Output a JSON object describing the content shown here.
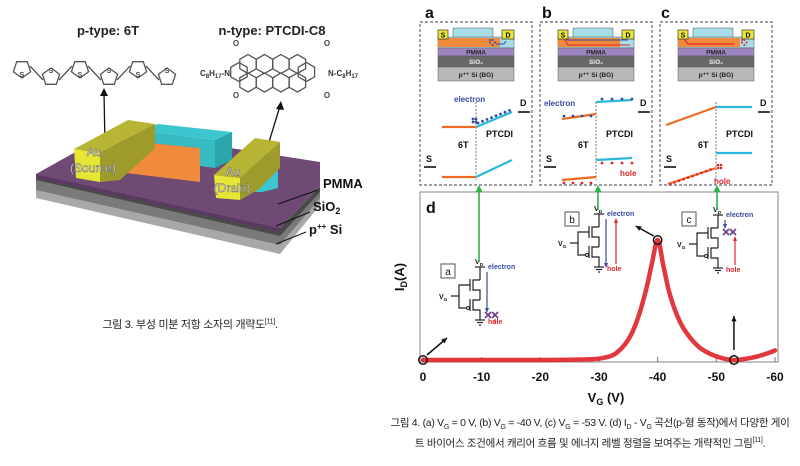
{
  "figure3": {
    "p_type_label": "p-type: 6T",
    "n_type_label": "n-type: PTCDI-C8",
    "molecule_p": "sexithiophene (6T)",
    "molecule_n_substituent": "C8H17",
    "atoms": {
      "S": "S",
      "O": "O",
      "N": "N"
    },
    "electrode_source": [
      "Au",
      "(Source)"
    ],
    "electrode_drain": [
      "Au",
      "(Drain)"
    ],
    "layers": [
      "PMMA",
      "SiO2",
      "p++ Si"
    ],
    "caption_main": "그림 3. 부성 미분 저항 소자의 개략도",
    "caption_ref": "[11]",
    "caption_end": ".",
    "colors": {
      "au": "#e8e635",
      "au_side": "#b6b534",
      "orange": "#f08a3c",
      "cyan": "#3cc6cf",
      "pmma": "#6e4a74",
      "sio2": "#5c5c5c",
      "si": "#a8a8a8"
    }
  },
  "figure4": {
    "panels": [
      {
        "id": "a",
        "label": "a",
        "carrier_labels": [
          "electron"
        ],
        "s_label": "S",
        "d_label": "D",
        "left_material": "6T",
        "right_material": "PTCDI"
      },
      {
        "id": "b",
        "label": "b",
        "carrier_labels": [
          "electron",
          "hole"
        ],
        "s_label": "S",
        "d_label": "D",
        "left_material": "6T",
        "right_material": "PTCDI"
      },
      {
        "id": "c",
        "label": "c",
        "carrier_labels": [
          "hole"
        ],
        "s_label": "S",
        "d_label": "D",
        "left_material": "6T",
        "right_material": "PTCDI"
      }
    ],
    "stack_layers": {
      "s": "S",
      "d": "D",
      "pmma": "PMMA",
      "sio2": "SiO₂",
      "si": "p⁺⁺ Si (BG)"
    },
    "panel_d_label": "d",
    "insets": [
      {
        "id": "a",
        "box_label": "a",
        "vd": "V_D",
        "vg": "V_G",
        "electron": "electron",
        "hole": "hole"
      },
      {
        "id": "b",
        "box_label": "b",
        "vd": "V_D",
        "vg": "V_G",
        "electron": "electron",
        "hole": "hole"
      },
      {
        "id": "c",
        "box_label": "c",
        "vd": "V_D",
        "vg": "V_G",
        "electron": "electron",
        "hole": "hole"
      }
    ],
    "caption_line1": "그림 4. (a) V_G = 0 V, (b) V_G = -40 V, (c) V_G = -53 V. (d) I_D - V_G 곡선(p-형 동작)에서 다양한 게이",
    "caption_line2": "트 바이어스 조건에서 캐리어 흐름 및 에너지 레벨 정렬을 보여주는 개략적인 그림",
    "caption_ref": "[11]",
    "caption_end": ".",
    "colors": {
      "curve": "#e0262b",
      "electron": "#3a4aa0",
      "hole": "#e0262b",
      "arrow_green": "#2db34a",
      "cross": "#6a3c8c",
      "orange_band": "#ee6a24",
      "cyan_band": "#2bb8dd"
    }
  },
  "chart_data": {
    "type": "line",
    "title": "d",
    "xlabel": "V_G (V)",
    "ylabel": "I_D (A)",
    "xlim": [
      0,
      -60
    ],
    "x_ticks": [
      0,
      -10,
      -20,
      -30,
      -40,
      -50,
      -60
    ],
    "y_ticks": [],
    "grid": false,
    "series": [
      {
        "name": "I_D",
        "x": [
          0,
          -10,
          -20,
          -28,
          -31,
          -33,
          -35,
          -36.5,
          -38,
          -39,
          -40,
          -41,
          -42,
          -43.5,
          -45,
          -47,
          -49,
          -51,
          -53,
          -55,
          -57,
          -59,
          -60
        ],
        "y": [
          0.0,
          0.0,
          0.0,
          0.005,
          0.02,
          0.06,
          0.17,
          0.33,
          0.58,
          0.8,
          1.0,
          0.78,
          0.56,
          0.35,
          0.22,
          0.11,
          0.05,
          0.015,
          0.0,
          0.01,
          0.03,
          0.06,
          0.08
        ]
      }
    ],
    "y_units": "normalized (arbitrary, no tick labels)",
    "annotations": [
      {
        "label": "a",
        "x": 0
      },
      {
        "label": "b",
        "x": -40
      },
      {
        "label": "c",
        "x": -53
      }
    ]
  }
}
